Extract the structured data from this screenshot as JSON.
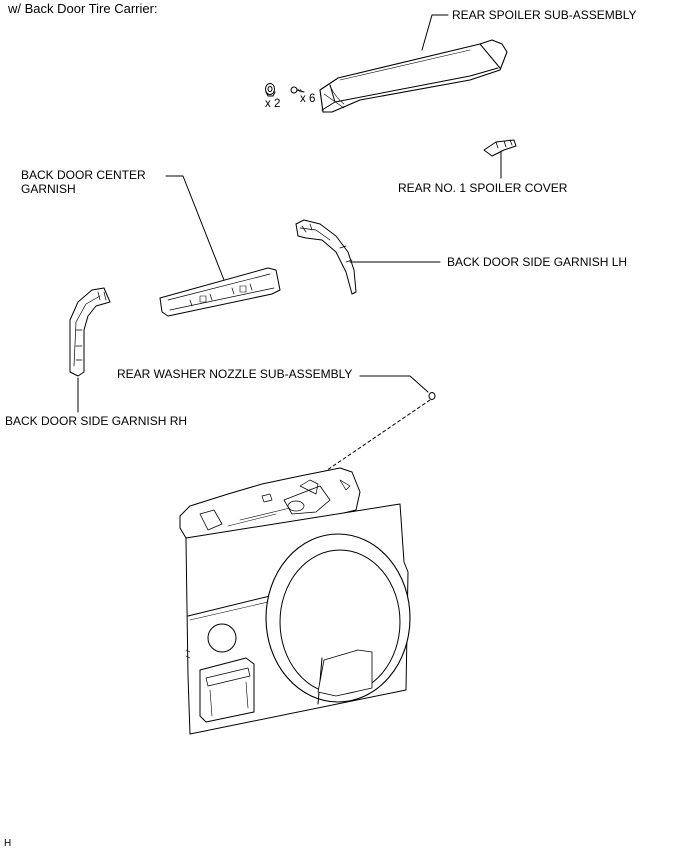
{
  "header": {
    "title": "w/ Back Door Tire Carrier:"
  },
  "labels": {
    "rear_spoiler": "REAR SPOILER SUB-ASSEMBLY",
    "spoiler_cover": "REAR NO. 1 SPOILER COVER",
    "center_garnish_line1": "BACK DOOR CENTER",
    "center_garnish_line2": "GARNISH",
    "side_garnish_lh": "BACK DOOR SIDE GARNISH LH",
    "side_garnish_rh": "BACK DOOR SIDE GARNISH RH",
    "washer_nozzle": "REAR WASHER NOZZLE SUB-ASSEMBLY",
    "nut_count": "x 2",
    "screw_count": "x 6"
  },
  "footer": {
    "code": "H"
  }
}
